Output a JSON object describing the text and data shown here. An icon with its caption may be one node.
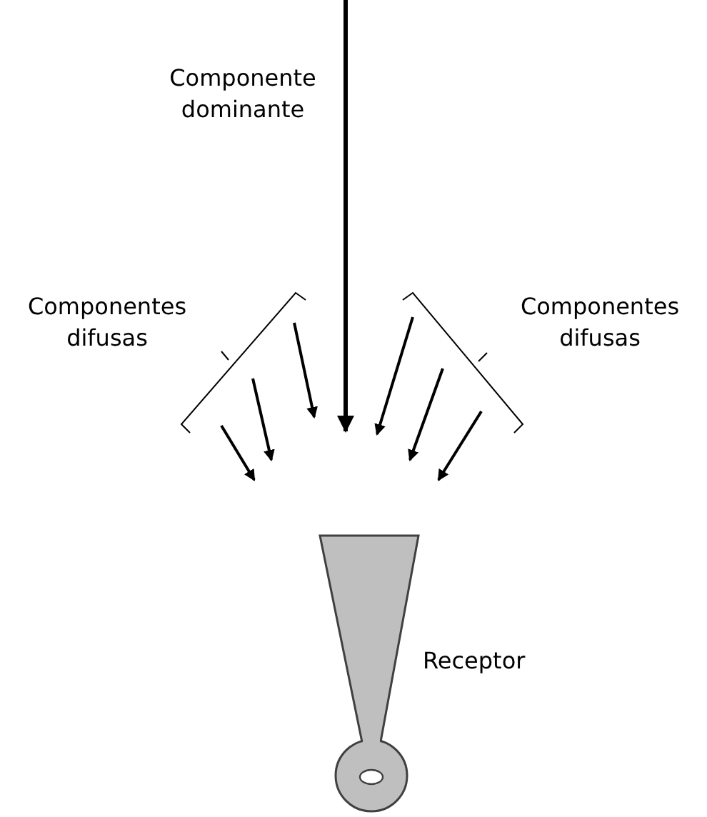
{
  "diagram": {
    "labels": [
      "Componente dominante",
      "Componentes difusas",
      "Componentes difusas",
      "Receptor"
    ]
  }
}
